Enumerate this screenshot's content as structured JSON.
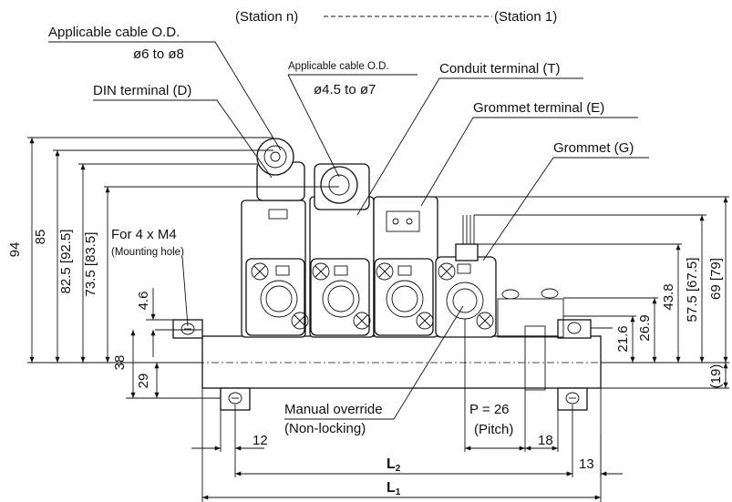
{
  "header": {
    "station_n": "(Station n)",
    "station_1": "(Station 1)"
  },
  "callouts": {
    "cable_od_1_title": "Applicable cable O.D.",
    "cable_od_1_value": "ø6 to ø8",
    "cable_od_2_title": "Applicable cable O.D.",
    "cable_od_2_value": "ø4.5 to ø7",
    "din": "DIN terminal (D)",
    "conduit": "Conduit terminal (T)",
    "grommet_terminal": "Grommet terminal (E)",
    "grommet": "Grommet (G)",
    "mount_title": "For 4 x M4",
    "mount_sub": "(Mounting hole)",
    "override_1": "Manual override",
    "override_2": "(Non-locking)",
    "pitch_1": "P = 26",
    "pitch_2": "(Pitch)"
  },
  "dims": {
    "d94": "94",
    "d85": "85",
    "d82": "82.5 [92.5]",
    "d73": "73.5 [83.5]",
    "d4_6": "4.6",
    "d38": "38",
    "d29": "29",
    "d21_6": "21.6",
    "d26_9": "26.9",
    "d43_8": "43.8",
    "d57_5": "57.5 [67.5]",
    "d69": "69 [79]",
    "d19": "(19)",
    "d12": "12",
    "d18": "18",
    "d13": "13",
    "l2_main": "L",
    "l2_sub": "2",
    "l1_main": "L",
    "l1_sub": "1"
  }
}
